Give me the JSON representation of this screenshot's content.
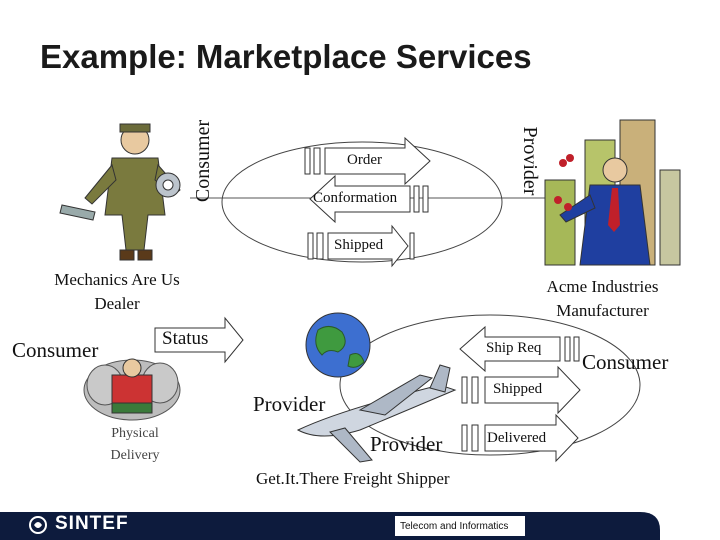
{
  "title": "Example:  Marketplace Services",
  "top_exchange": {
    "consumer_label": "Consumer",
    "provider_label": "Provider",
    "messages": [
      "Order",
      "Conformation",
      "Shipped"
    ]
  },
  "left_party": {
    "name_line1": "Mechanics Are Us",
    "name_line2": "Dealer",
    "role": "Consumer",
    "status_label": "Status"
  },
  "right_party": {
    "name_line1": "Acme Industries",
    "name_line2": "Manufacturer",
    "role": "Consumer"
  },
  "shipping": {
    "messages": [
      "Ship Req",
      "Shipped",
      "Delivered"
    ],
    "provider_label_1": "Provider",
    "provider_label_2": "Provider",
    "shipper_name": "Get.It.There Freight Shipper",
    "physical_line1": "Physical",
    "physical_line2": "Delivery"
  },
  "footer": {
    "brand": "SINTEF",
    "department": "Telecom and Informatics"
  },
  "colors": {
    "footer_bar": "#0d1b3d",
    "arrow_fill": "#ffffff",
    "arrow_stroke": "#333333"
  }
}
